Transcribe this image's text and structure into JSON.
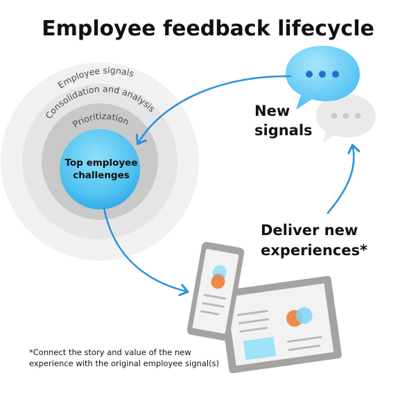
{
  "title": "Employee feedback lifecycle",
  "rings": {
    "outer_label": "Employee signals",
    "middle_label": "Consolidation and analysis",
    "inner_label": "Prioritization",
    "core_line1": "Top employee",
    "core_line2": "challenges"
  },
  "new_signals": {
    "line1": "New",
    "line2": "signals"
  },
  "deliver": {
    "line1": "Deliver new",
    "line2": "experiences*"
  },
  "footnote": {
    "line1": "*Connect the story and value of the new",
    "line2": "experience with the original employee signal(s)"
  },
  "icons": {
    "speech_bubble_active": "speech-bubble-icon",
    "speech_bubble_inactive": "speech-bubble-icon",
    "phone": "phone-device-icon",
    "tablet": "tablet-device-icon"
  },
  "colors": {
    "accent_blue": "#2b93dc",
    "bubble_blue": "#6ccef5",
    "venn_orange": "#f08a4b",
    "venn_blue": "#7dd6f8",
    "ring_outer": "#f1f1f1",
    "ring_middle": "#e4e4e4",
    "ring_inner": "#c8c8c8",
    "device_frame": "#a5a2a0"
  }
}
